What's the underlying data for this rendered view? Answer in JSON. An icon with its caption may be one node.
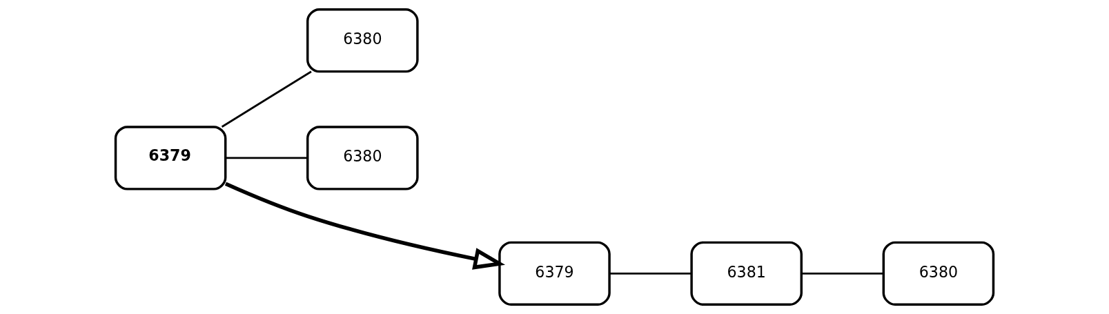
{
  "diagram": {
    "nodes": [
      {
        "text": [
          "6379"
        ]
      },
      {
        "text": [
          "6380"
        ]
      },
      {
        "text": [
          "6380"
        ]
      },
      {
        "text": [
          "6379"
        ]
      },
      {
        "text": [
          "6381"
        ]
      },
      {
        "text": [
          "6380"
        ]
      }
    ],
    "edges": [
      {
        "from": 0,
        "to": 1,
        "arrow": "none"
      },
      {
        "from": 0,
        "to": 2,
        "arrow": "none"
      },
      {
        "from": 0,
        "to": 3,
        "arrow": "to",
        "style": "thick"
      },
      {
        "from": 3,
        "to": 4,
        "arrow": "none"
      },
      {
        "from": 4,
        "to": 5,
        "arrow": "none"
      }
    ]
  }
}
